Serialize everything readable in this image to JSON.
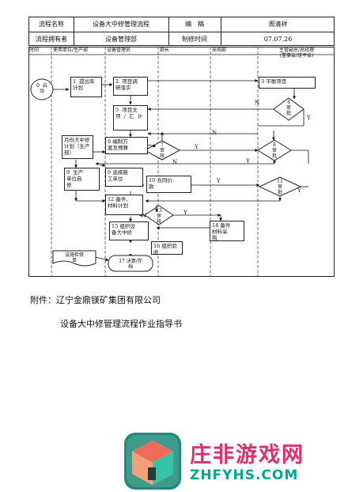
{
  "header": {
    "process_name_label": "流程名称",
    "process_name_value": "设备大中修管理流程",
    "compiler_label": "编　稿",
    "compiler_value": "周清祥",
    "owner_label": "流程拥有者",
    "owner_value": "设备管理部",
    "revision_label": "制修时间",
    "revision_value": "07.07.26"
  },
  "lanes": [
    "时间",
    "使用单位/生产部",
    "设备管理员",
    "部长",
    "采购部",
    "主管副总/总经理\n(董事会/班子会)"
  ],
  "nodes": {
    "n0": "0  启\n动",
    "n1": "1  提出年\n计划",
    "n2": "2  项目调\n研落实",
    "n3": "3 平衡项目",
    "n4": "4\n审\n批",
    "n5": "5  项目文\n项  /  汇  计",
    "n6": "6 编制方\n案及预算",
    "n7": "7\n审\n核",
    "n8": "8\n审\n批",
    "n_left": "月份大中修\n计划（生产\n部）",
    "n9": "9  生产\n单位自\n修",
    "n9b": "9 选择施\n工单位",
    "n10": "10 合同价\n款",
    "n11": "11\n审\n批",
    "n12": "12 备件、\n材料计划",
    "n13": "13\n审\n核",
    "n14": "14 备件\n材料采\n购",
    "n15": "15 组织设\n备大中修",
    "n16": "16 组织验\n收",
    "n17": "17 决算/存\n档",
    "n_doc": "设施检修\n单"
  },
  "edge_labels": {
    "y": "Y",
    "n": "N",
    "y2": "Y"
  },
  "notes": {
    "line1": "附件：辽宁金鼎镁矿集团有限公司",
    "line2": "设备大中修管理流程作业指导书"
  },
  "watermark": {
    "title": "庄非游戏网",
    "sub": "ZHFYHS.COM",
    "color_title": "#e0306a",
    "color_sub": "#00a98e"
  }
}
